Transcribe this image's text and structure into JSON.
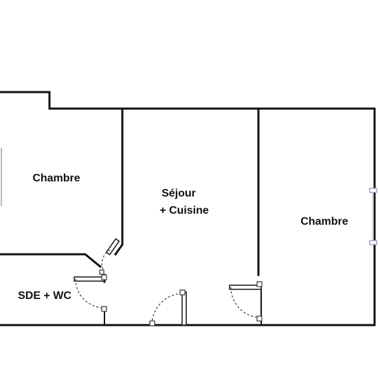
{
  "rooms": {
    "bedroom_left": {
      "label": "Chambre"
    },
    "living": {
      "line1": "Séjour",
      "line2": "+ Cuisine"
    },
    "bedroom_right": {
      "label": "Chambre"
    },
    "bathroom": {
      "label": "SDE + WC"
    }
  },
  "colors": {
    "wall": "#111111",
    "window": "#b9b3d8",
    "background": "#ffffff"
  }
}
